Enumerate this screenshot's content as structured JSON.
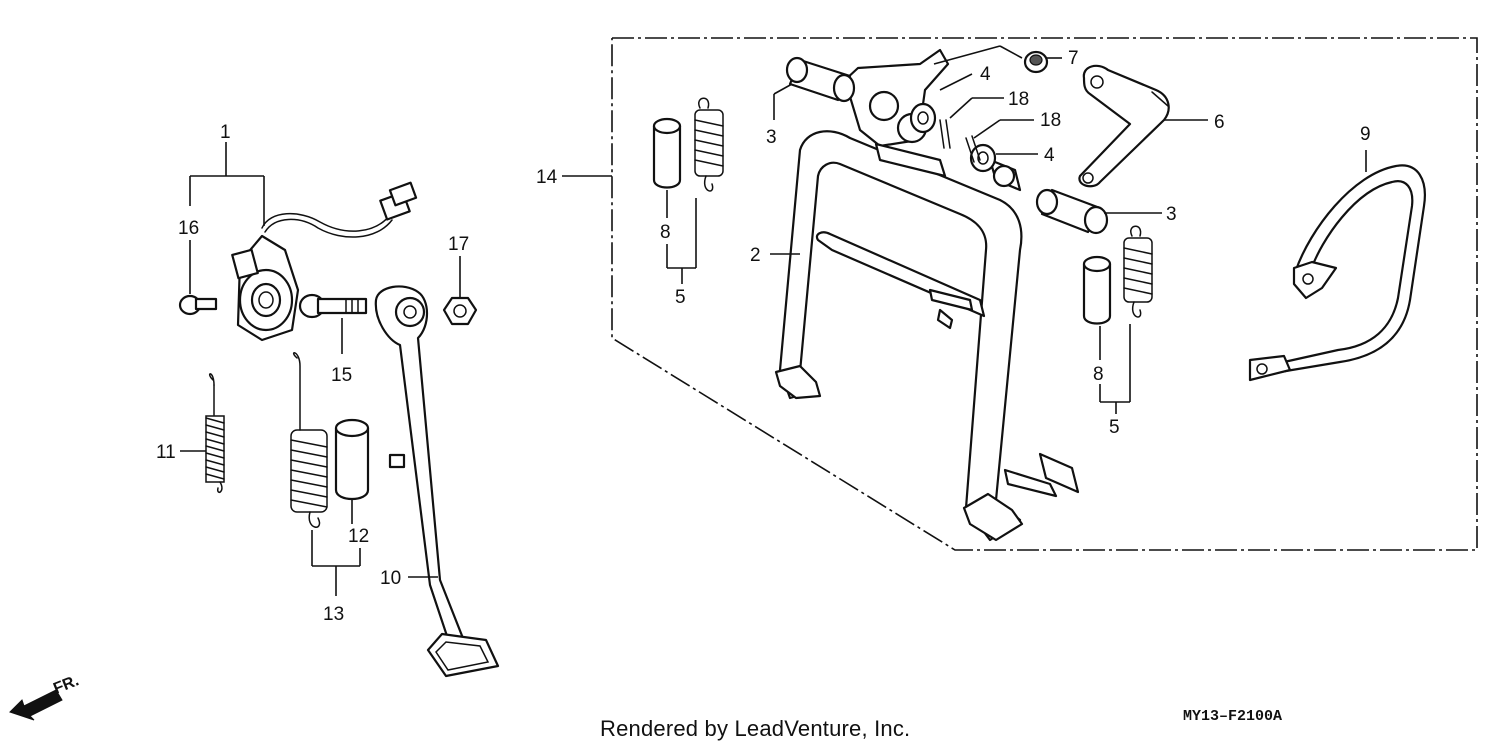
{
  "callouts": {
    "c1": "1",
    "c2": "2",
    "c3a": "3",
    "c3b": "3",
    "c4a": "4",
    "c4b": "4",
    "c5a": "5",
    "c5b": "5",
    "c6": "6",
    "c7": "7",
    "c8a": "8",
    "c8b": "8",
    "c9": "9",
    "c10": "10",
    "c11": "11",
    "c12": "12",
    "c13": "13",
    "c14": "14",
    "c15": "15",
    "c16": "16",
    "c17": "17",
    "c18a": "18",
    "c18b": "18"
  },
  "orientation_label": "FR.",
  "footer_text": "Rendered by LeadVenture, Inc.",
  "diagram_code": "MY13–F2100A",
  "icons": {
    "orientation": "front-arrow-icon"
  }
}
